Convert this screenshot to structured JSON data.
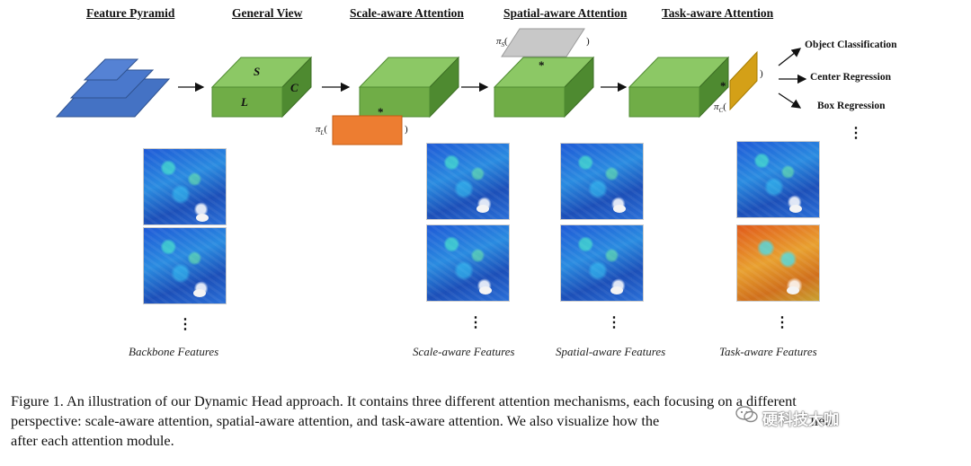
{
  "headers": {
    "feature_pyramid": "Feature Pyramid",
    "general_view": "General View",
    "scale_aware": "Scale-aware Attention",
    "spatial_aware": "Spatial-aware Attention",
    "task_aware": "Task-aware Attention"
  },
  "cube_labels": {
    "s": "S",
    "l": "L",
    "c": "C"
  },
  "symbols": {
    "pi_l": "π",
    "pi_l_sub": "L",
    "pi_s": "π",
    "pi_s_sub": "S",
    "pi_c": "π",
    "pi_c_sub": "C",
    "star": "*",
    "open_paren": "(",
    "close_paren": ")"
  },
  "outputs": {
    "object_classification": "Object Classification",
    "center_regression": "Center Regression",
    "box_regression": "Box Regression",
    "ellipsis": "⋮"
  },
  "feature_captions": {
    "backbone": "Backbone Features",
    "scale": "Scale-aware Features",
    "spatial": "Spatial-aware Features",
    "task": "Task-aware Features"
  },
  "figure_caption": {
    "line1": "Figure 1. An illustration of our Dynamic Head approach.  It contains three different attention mechanisms, each focusing on a different",
    "line2": "perspective: scale-aware attention, spatial-aware attention, and task-aware attention. We also visualize how the",
    "line2_end": "lled",
    "line3": "after each attention module."
  },
  "watermark": {
    "text": "硬科技大咖"
  },
  "colors": {
    "pyramid": "#4472c4",
    "cube_front": "#70ad47",
    "cube_top": "#8cc865",
    "cube_side": "#4e8a30",
    "orange": "#ed7d31",
    "gray": "#c8c8c8",
    "gold": "#d4a017"
  }
}
